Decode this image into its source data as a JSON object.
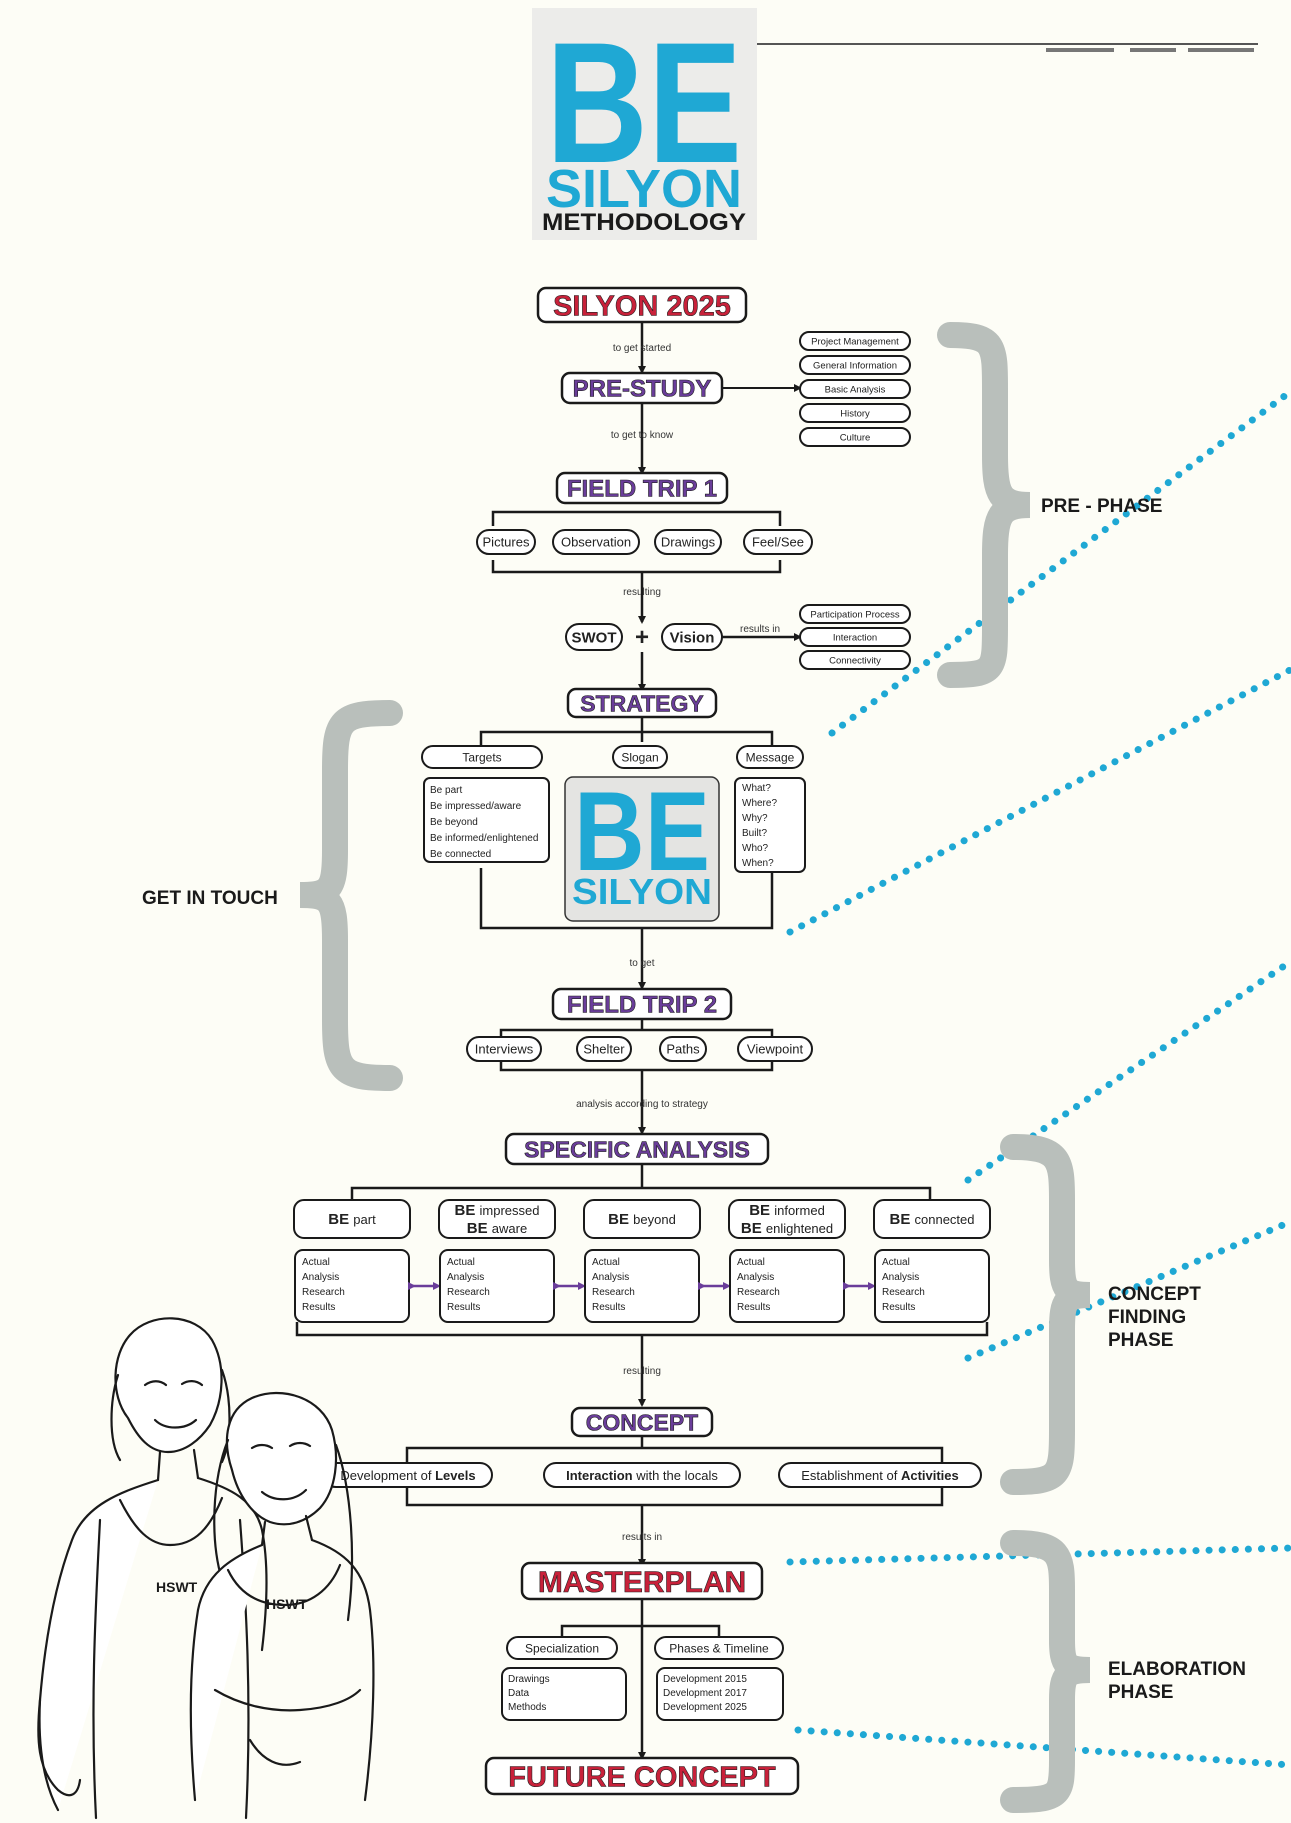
{
  "logo": {
    "be": "BE",
    "silyon": "SILYON",
    "methodology": "METHODOLOGY"
  },
  "top_rule_labels": [
    "",
    "",
    ""
  ],
  "nodes": {
    "silyon2025": "SILYON 2025",
    "prestudy": "PRE-STUDY",
    "fieldtrip1": "FIELD TRIP 1",
    "swot": "SWOT",
    "plus": "+",
    "vision": "Vision",
    "strategy": "STRATEGY",
    "fieldtrip2": "FIELD TRIP 2",
    "specific_analysis": "SPECIFIC ANALYSIS",
    "concept": "CONCEPT",
    "masterplan": "MASTERPLAN",
    "future_concept": "FUTURE CONCEPT"
  },
  "connectors": {
    "c1": "to get started",
    "c2": "to get to know",
    "c3": "resulting",
    "c4": "results in",
    "c5": "to get",
    "c6": "analysis according to strategy",
    "c7": "resulting",
    "c8": "results in"
  },
  "prestudy_items": [
    "Project Management",
    "General Information",
    "Basic Analysis",
    "History",
    "Culture"
  ],
  "fieldtrip1_items": [
    "Pictures",
    "Observation",
    "Drawings",
    "Feel/See"
  ],
  "swot_items": [
    "Participation Process",
    "Interaction",
    "Connectivity"
  ],
  "strategy_headers": [
    "Targets",
    "Slogan",
    "Message"
  ],
  "targets_list": [
    "Be part",
    "Be impressed/aware",
    "Be beyond",
    "Be informed/enlightened",
    "Be connected"
  ],
  "message_list": [
    "What?",
    "Where?",
    "Why?",
    "Built?",
    "Who?",
    "When?"
  ],
  "slogan": {
    "be": "BE",
    "silyon": "SILYON"
  },
  "fieldtrip2_items": [
    "Interviews",
    "Shelter",
    "Paths",
    "Viewpoint"
  ],
  "analysis": [
    {
      "be": "BE",
      "line1": "part",
      "line2": ""
    },
    {
      "be": "BE",
      "line1": "impressed",
      "line2": "BE aware"
    },
    {
      "be": "BE",
      "line1": "beyond",
      "line2": ""
    },
    {
      "be": "BE",
      "line1": "informed",
      "line2": "BE enlightened"
    },
    {
      "be": "BE",
      "line1": "connected",
      "line2": ""
    }
  ],
  "analysis_detail": [
    "Actual",
    "Analysis",
    "Research",
    "Results"
  ],
  "concept_items": [
    {
      "pre": "Development of ",
      "bold": "Levels",
      "post": ""
    },
    {
      "pre": "",
      "bold": "Interaction",
      "post": " with the locals"
    },
    {
      "pre": "Establishment of ",
      "bold": "Activities",
      "post": ""
    }
  ],
  "masterplan_headers": [
    "Specialization",
    "Phases & Timeline"
  ],
  "specialization_list": [
    "Drawings",
    "Data",
    "Methods"
  ],
  "phases_list": [
    "Development 2015",
    "Development 2017",
    "Development 2025"
  ],
  "phases": {
    "pre": "PRE - PHASE",
    "get_in_touch": "GET IN TOUCH",
    "concept_finding": [
      "CONCEPT",
      "FINDING",
      "PHASE"
    ],
    "elaboration": [
      "ELABORATION",
      "PHASE"
    ]
  },
  "shirts": [
    "HSWT",
    "HSWT"
  ],
  "colors": {
    "cyan": "#1fa8d4",
    "red": "#c8213a",
    "purple": "#6a3d9a",
    "ink": "#1a1a1a",
    "brace": "#b9bfbb",
    "dots": "#1fa8d4"
  }
}
